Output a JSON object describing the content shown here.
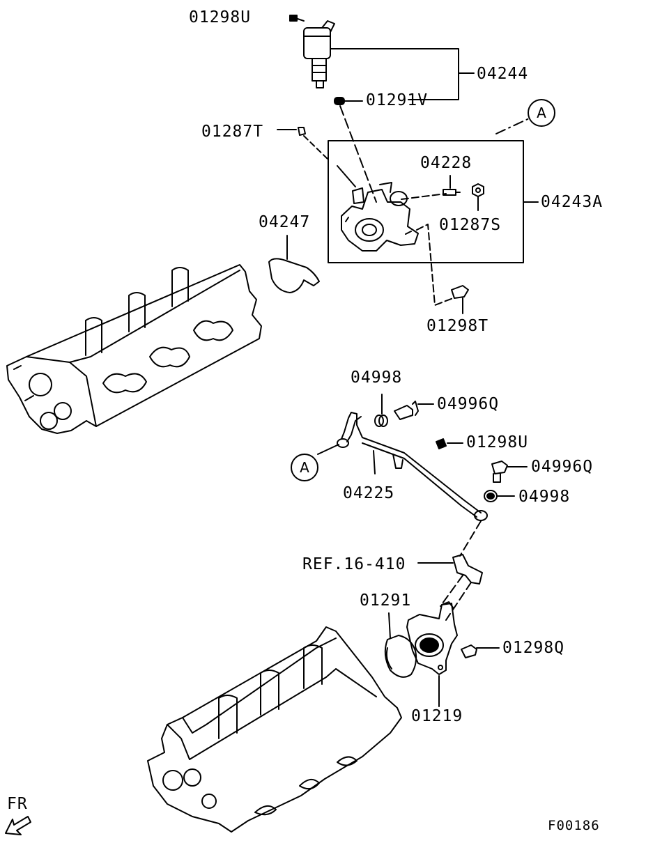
{
  "labels": {
    "p01298U_top": "01298U",
    "p04244": "04244",
    "p01291V": "01291V",
    "p01287T": "01287T",
    "p04228": "04228",
    "p04243A": "04243A",
    "p01287S": "01287S",
    "p04247": "04247",
    "p01298T": "01298T",
    "p04998_top": "04998",
    "p04996Q_top": "04996Q",
    "p01298U_mid": "01298U",
    "p04996Q_mid": "04996Q",
    "p04225": "04225",
    "p04998_mid": "04998",
    "ref": "REF.16-410",
    "p01291": "01291",
    "p01298Q": "01298Q",
    "p01219": "01219",
    "fr": "FR",
    "figure_id": "F00186"
  },
  "callouts": {
    "a_top": "A",
    "a_mid": "A"
  },
  "colors": {
    "line": "#000000",
    "background": "#ffffff"
  }
}
